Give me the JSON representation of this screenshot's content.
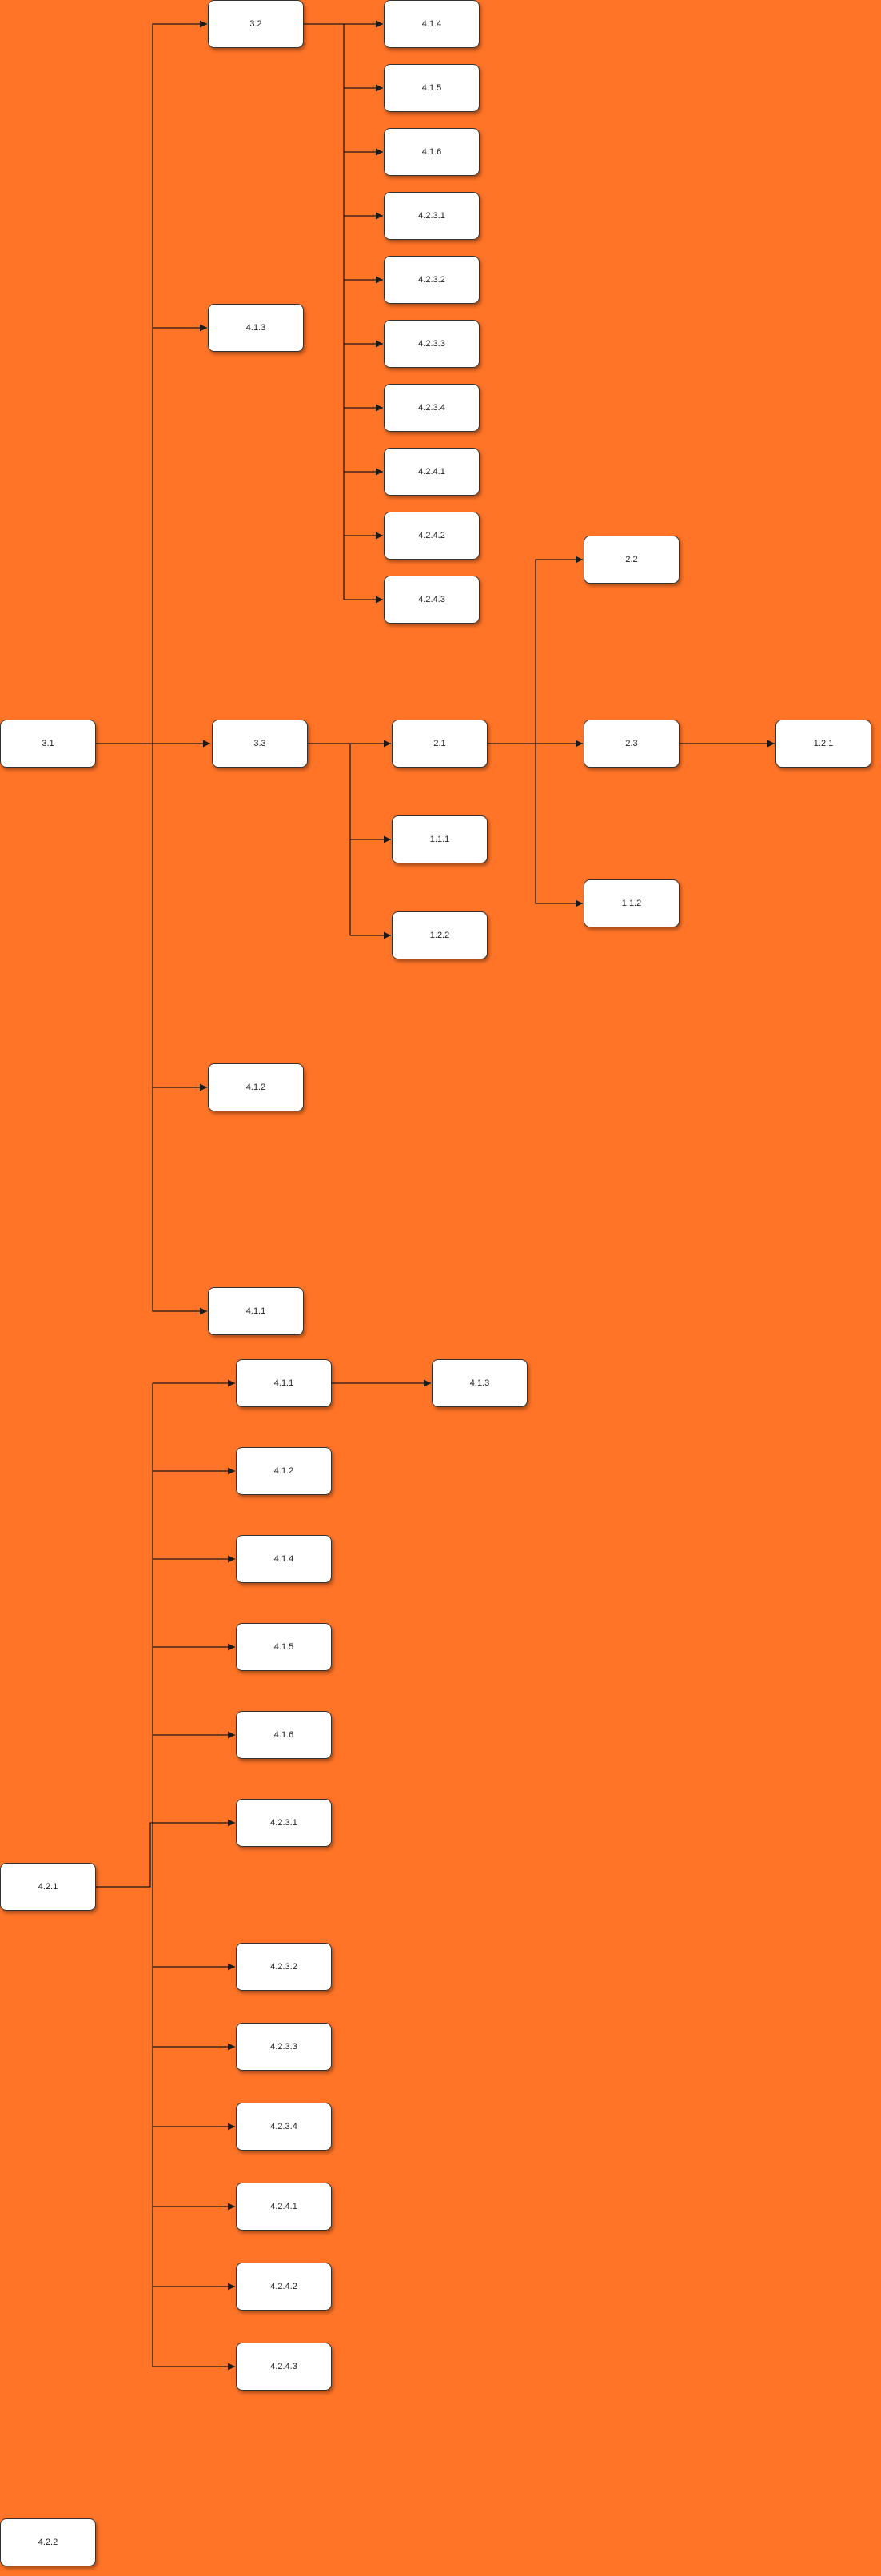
{
  "colors": {
    "background": "#ff7427",
    "node_fill": "#ffffff",
    "node_border": "#333333",
    "edge": "#1a1a1a"
  },
  "nodes": {
    "n_3_1": "3.1",
    "n_3_2": "3.2",
    "n_4_1_3_top": "4.1.3",
    "n_3_3": "3.3",
    "n_4_1_2_top": "4.1.2",
    "n_4_1_1_top": "4.1.1",
    "c_4_1_4": "4.1.4",
    "c_4_1_5": "4.1.5",
    "c_4_1_6": "4.1.6",
    "c_4_2_3_1": "4.2.3.1",
    "c_4_2_3_2": "4.2.3.2",
    "c_4_2_3_3": "4.2.3.3",
    "c_4_2_3_4": "4.2.3.4",
    "c_4_2_4_1": "4.2.4.1",
    "c_4_2_4_2": "4.2.4.2",
    "c_4_2_4_3": "4.2.4.3",
    "n_2_1": "2.1",
    "n_1_1_1": "1.1.1",
    "n_1_2_2": "1.2.2",
    "n_2_2": "2.2",
    "n_2_3": "2.3",
    "n_1_1_2": "1.1.2",
    "n_1_2_1": "1.2.1",
    "n_4_2_1": "4.2.1",
    "b_4_1_1": "4.1.1",
    "b_4_1_3": "4.1.3",
    "b_4_1_2": "4.1.2",
    "b_4_1_4": "4.1.4",
    "b_4_1_5": "4.1.5",
    "b_4_1_6": "4.1.6",
    "b_4_2_3_1": "4.2.3.1",
    "b_4_2_3_2": "4.2.3.2",
    "b_4_2_3_3": "4.2.3.3",
    "b_4_2_3_4": "4.2.3.4",
    "b_4_2_4_1": "4.2.4.1",
    "b_4_2_4_2": "4.2.4.2",
    "b_4_2_4_3": "4.2.4.3",
    "n_4_2_2": "4.2.2"
  }
}
